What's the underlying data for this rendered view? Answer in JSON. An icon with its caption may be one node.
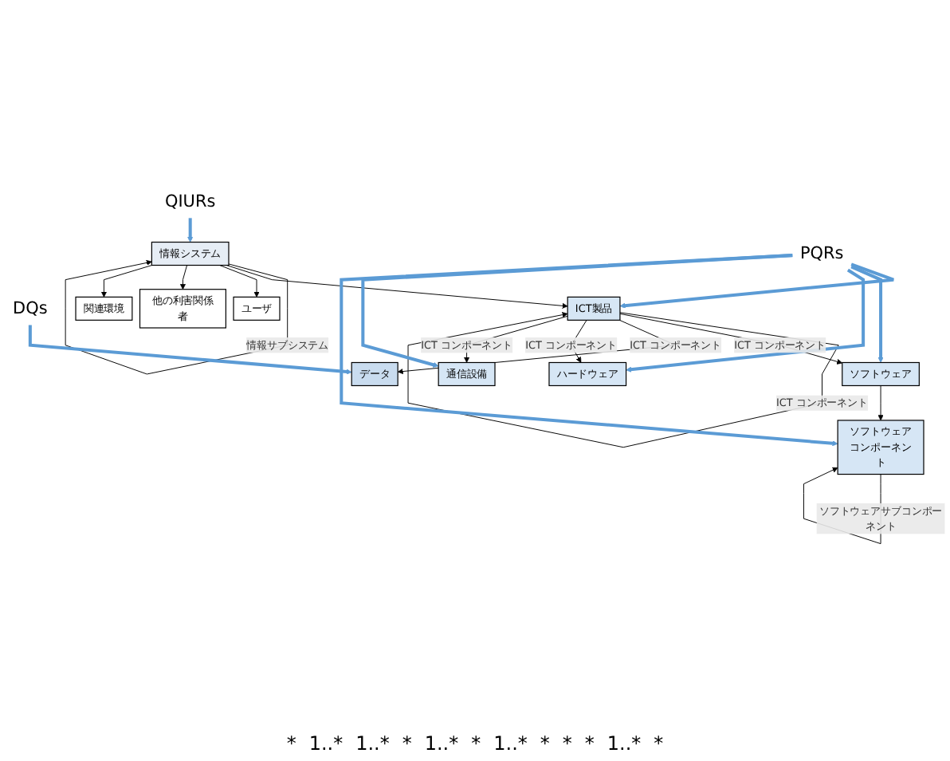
{
  "diagram": {
    "nodes": [
      {
        "text": [
          "QIURs"
        ]
      },
      {
        "text": [
          "情報システム"
        ]
      },
      {
        "text": [
          "DQs"
        ]
      },
      {
        "text": [
          "ICT製品"
        ]
      },
      {
        "text": [
          "ユーザ"
        ]
      },
      {
        "text": [
          "他の利害関係者"
        ]
      },
      {
        "text": [
          "関連環境"
        ]
      },
      {
        "text": [
          "ソフトウェア"
        ]
      },
      {
        "text": [
          "データ"
        ]
      },
      {
        "text": [
          "ハードウェア"
        ]
      },
      {
        "text": [
          "通信設備"
        ]
      },
      {
        "text": [
          "ソフトウェアコンポーネント"
        ]
      },
      {
        "text": [
          "PQRs"
        ]
      }
    ],
    "edges": [
      {
        "from": 0,
        "to": 1,
        "arrow": "to",
        "style": "thick",
        "color": "#5b9bd5"
      },
      {
        "from": 1,
        "to": 1,
        "arrow": "to",
        "label": "情報サブシステム"
      },
      {
        "from": 1,
        "to": 3,
        "arrow": "to"
      },
      {
        "from": 1,
        "to": 4,
        "arrow": "to"
      },
      {
        "from": 1,
        "to": 5,
        "arrow": "to"
      },
      {
        "from": 1,
        "to": 6,
        "arrow": "to"
      },
      {
        "from": 2,
        "to": 8,
        "arrow": "to",
        "style": "thick",
        "color": "#5b9bd5"
      },
      {
        "from": 3,
        "to": 3,
        "arrow": "to",
        "label": "ICT コンポーネント"
      },
      {
        "from": 3,
        "to": 7,
        "arrow": "to",
        "label": "ICT コンポーネント"
      },
      {
        "from": 3,
        "to": 8,
        "arrow": "to",
        "label": "ICT コンポーネント"
      },
      {
        "from": 3,
        "to": 9,
        "arrow": "to",
        "label": "ICT コンポーネント"
      },
      {
        "from": 3,
        "to": 10,
        "arrow": "to",
        "label": "ICT コンポーネント"
      },
      {
        "from": 7,
        "to": 11,
        "arrow": "to"
      },
      {
        "from": 11,
        "to": 11,
        "arrow": "to",
        "label": "ソフトウェアサブコンポーネント"
      },
      {
        "from": 12,
        "to": 3,
        "arrow": "to",
        "style": "thick",
        "color": "#5b9bd5"
      },
      {
        "from": 12,
        "to": 7,
        "arrow": "to",
        "style": "thick",
        "color": "#5b9bd5"
      },
      {
        "from": 12,
        "to": 9,
        "arrow": "to",
        "style": "thick",
        "color": "#5b9bd5"
      },
      {
        "from": 12,
        "to": 10,
        "arrow": "to",
        "style": "thick",
        "color": "#5b9bd5"
      },
      {
        "from": 12,
        "to": 11,
        "arrow": "to",
        "style": "thick",
        "color": "#5b9bd5"
      }
    ],
    "labels": [
      "*",
      "1..*",
      "1..*",
      "*",
      "1..*",
      "*",
      "1..*",
      "*",
      "*",
      "*",
      "1..*",
      "*"
    ]
  }
}
